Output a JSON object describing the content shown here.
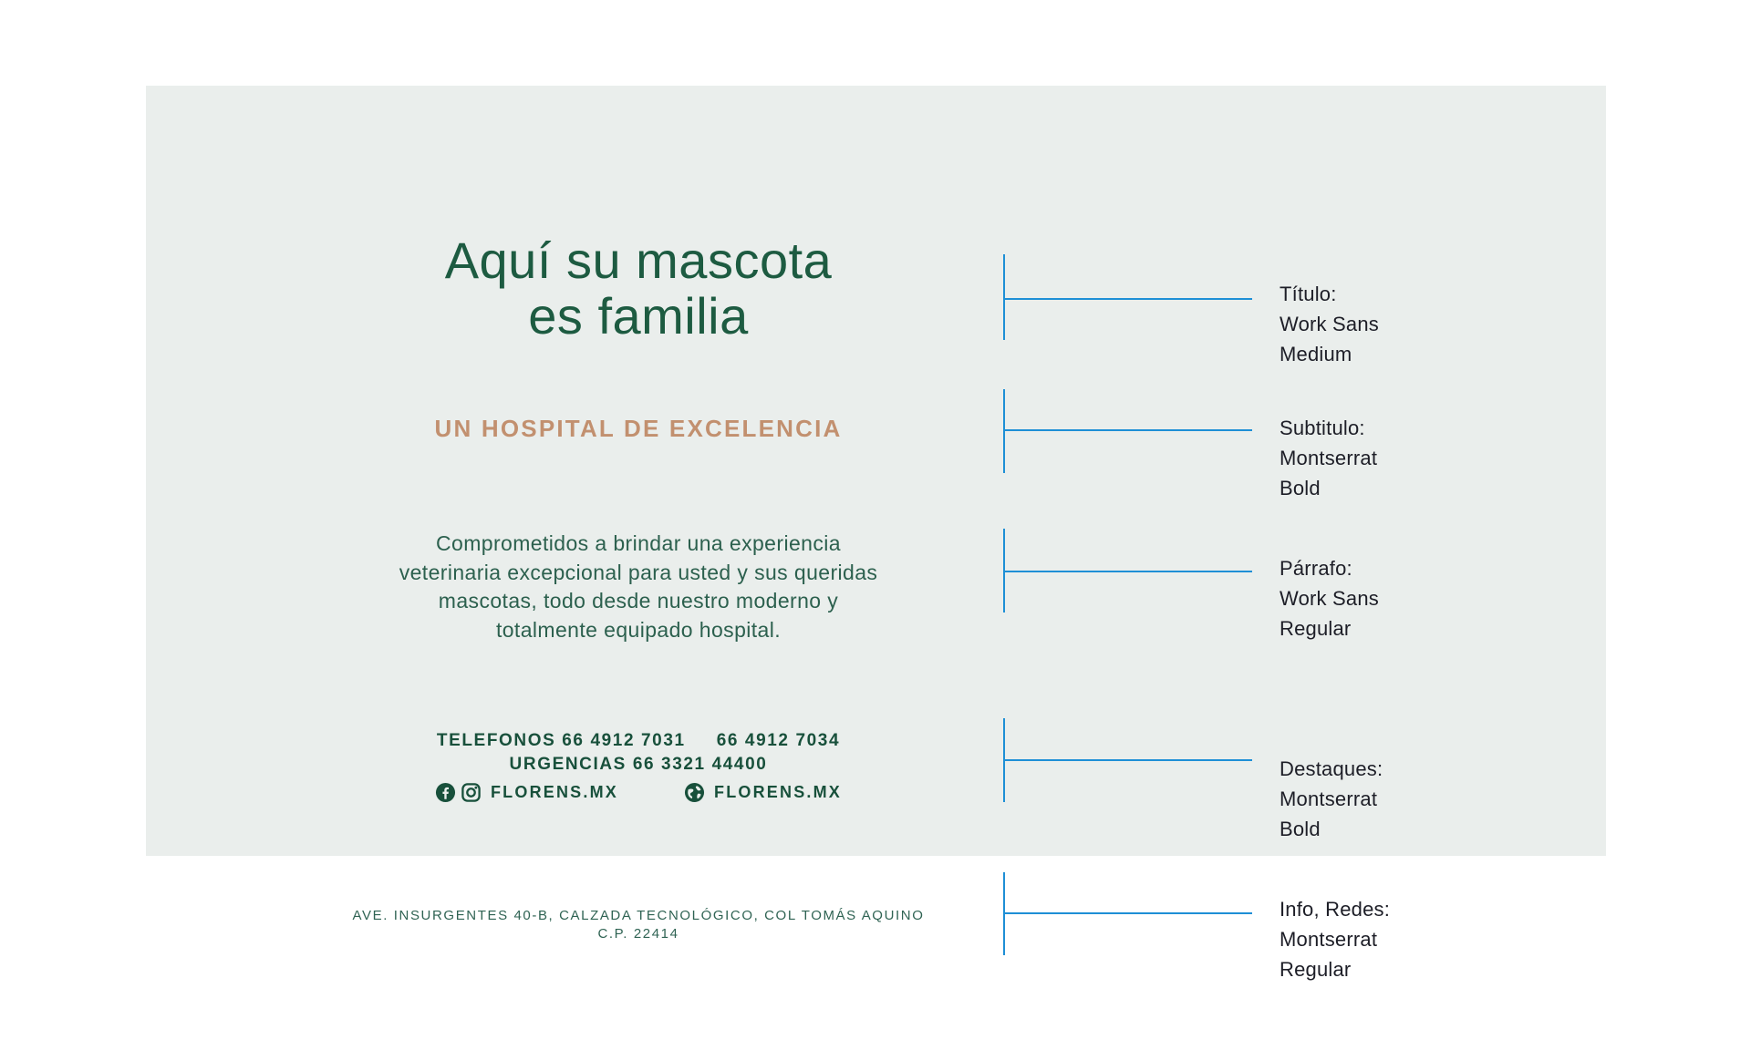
{
  "colors": {
    "panel_background": "#eaeeec",
    "page_background": "#ffffff",
    "title_green": "#1d5b41",
    "subtitle_tan": "#c2906f",
    "paragraph_green": "#2c604e",
    "highlight_green": "#18503b",
    "address_green": "#2f6353",
    "callout_blue": "#1e8fd6",
    "annotation_text": "#1d1e27"
  },
  "main": {
    "title": {
      "lines": [
        "Aquí su mascota",
        "es familia"
      ]
    },
    "subtitle": "UN HOSPITAL DE EXCELENCIA",
    "paragraph": {
      "lines": [
        "Comprometidos a brindar una experiencia",
        "veterinaria excepcional para usted y sus queridas",
        "mascotas, todo desde nuestro moderno y",
        "totalmente equipado hospital."
      ]
    },
    "phones": {
      "line1_left": "TELEFONOS 66 4912 7031",
      "line1_right": "66 4912 7034",
      "line2": "URGENCIAS 66 3321 44400"
    },
    "social": {
      "icons": [
        "facebook-icon",
        "instagram-icon",
        "globe-icon"
      ],
      "site_social": "FLORENS.MX",
      "site_web": "FLORENS.MX"
    },
    "address": {
      "lines": [
        "AVE. INSURGENTES 40-B, CALZADA TECNOLÓGICO, COL TOMÁS AQUINO",
        "C.P. 22414"
      ]
    }
  },
  "annotations": [
    {
      "label": "Título:",
      "font": "Work Sans",
      "weight": "Medium"
    },
    {
      "label": "Subtitulo:",
      "font": "Montserrat",
      "weight": "Bold"
    },
    {
      "label": "Párrafo:",
      "font": "Work Sans",
      "weight": "Regular"
    },
    {
      "label": "Destaques:",
      "font": "Montserrat",
      "weight": "Bold"
    },
    {
      "label": "Info, Redes:",
      "font": "Montserrat",
      "weight": "Regular"
    }
  ]
}
